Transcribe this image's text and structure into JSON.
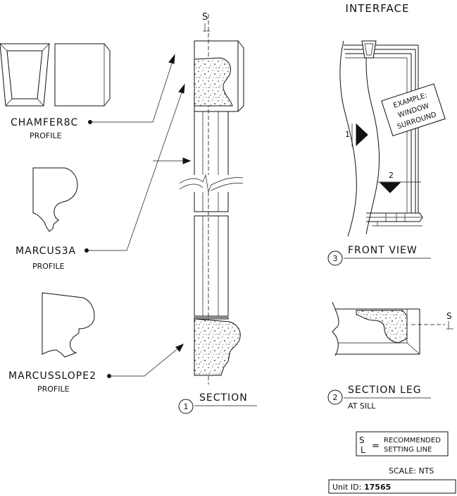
{
  "header": {
    "interface_title": "INTERFACE"
  },
  "profiles": [
    {
      "name": "CHAMFER8C",
      "sub": "PROFILE"
    },
    {
      "name": "MARCUS3A",
      "sub": "PROFILE"
    },
    {
      "name": "MARCUSSLOPE2",
      "sub": "PROFILE"
    }
  ],
  "views": {
    "section": {
      "number": "1",
      "title": "SECTION"
    },
    "section_leg": {
      "number": "2",
      "title": "SECTION LEG",
      "sub": "AT SILL"
    },
    "front_view": {
      "number": "3",
      "title": "FRONT VIEW"
    }
  },
  "callouts": {
    "cut_1": "1",
    "cut_2": "2",
    "example_lines": [
      "EXAMPLE:",
      "WINDOW",
      "SURROUND"
    ]
  },
  "setting_line": {
    "symbol_top": "S",
    "symbol_bottom": "L",
    "equals": "=",
    "line1": "RECOMMENDED",
    "line2": "SETTING LINE"
  },
  "scale": "SCALE: NTS",
  "unit_id": {
    "label": "Unit ID:",
    "value": "17565"
  }
}
